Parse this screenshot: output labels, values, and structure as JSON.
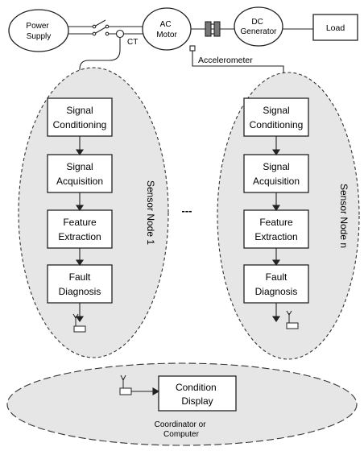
{
  "top_row": {
    "power_supply": [
      "Power",
      "Supply"
    ],
    "ac_motor": [
      "AC",
      "Motor"
    ],
    "dc_generator": [
      "DC",
      "Generator"
    ],
    "load": "Load",
    "ct_label": "CT",
    "accelerometer_label": "Accelerometer"
  },
  "node1": {
    "label": "Sensor Node 1",
    "blocks": [
      [
        "Signal",
        "Conditioning"
      ],
      [
        "Signal",
        "Acquisition"
      ],
      [
        "Feature",
        "Extraction"
      ],
      [
        "Fault",
        "Diagnosis"
      ]
    ]
  },
  "node_n": {
    "label": "Sensor Node n",
    "blocks": [
      [
        "Signal",
        "Conditioning"
      ],
      [
        "Signal",
        "Acquisition"
      ],
      [
        "Feature",
        "Extraction"
      ],
      [
        "Fault",
        "Diagnosis"
      ]
    ]
  },
  "ellipsis": "---",
  "coordinator": {
    "display": [
      "Condition",
      "Display"
    ],
    "label": [
      "Coordinator or",
      "Computer"
    ]
  },
  "colors": {
    "node_fill": "#e6e6e6",
    "block_fill": "#ffffff",
    "stroke": "#222222",
    "coupling_fill": "#777777"
  }
}
